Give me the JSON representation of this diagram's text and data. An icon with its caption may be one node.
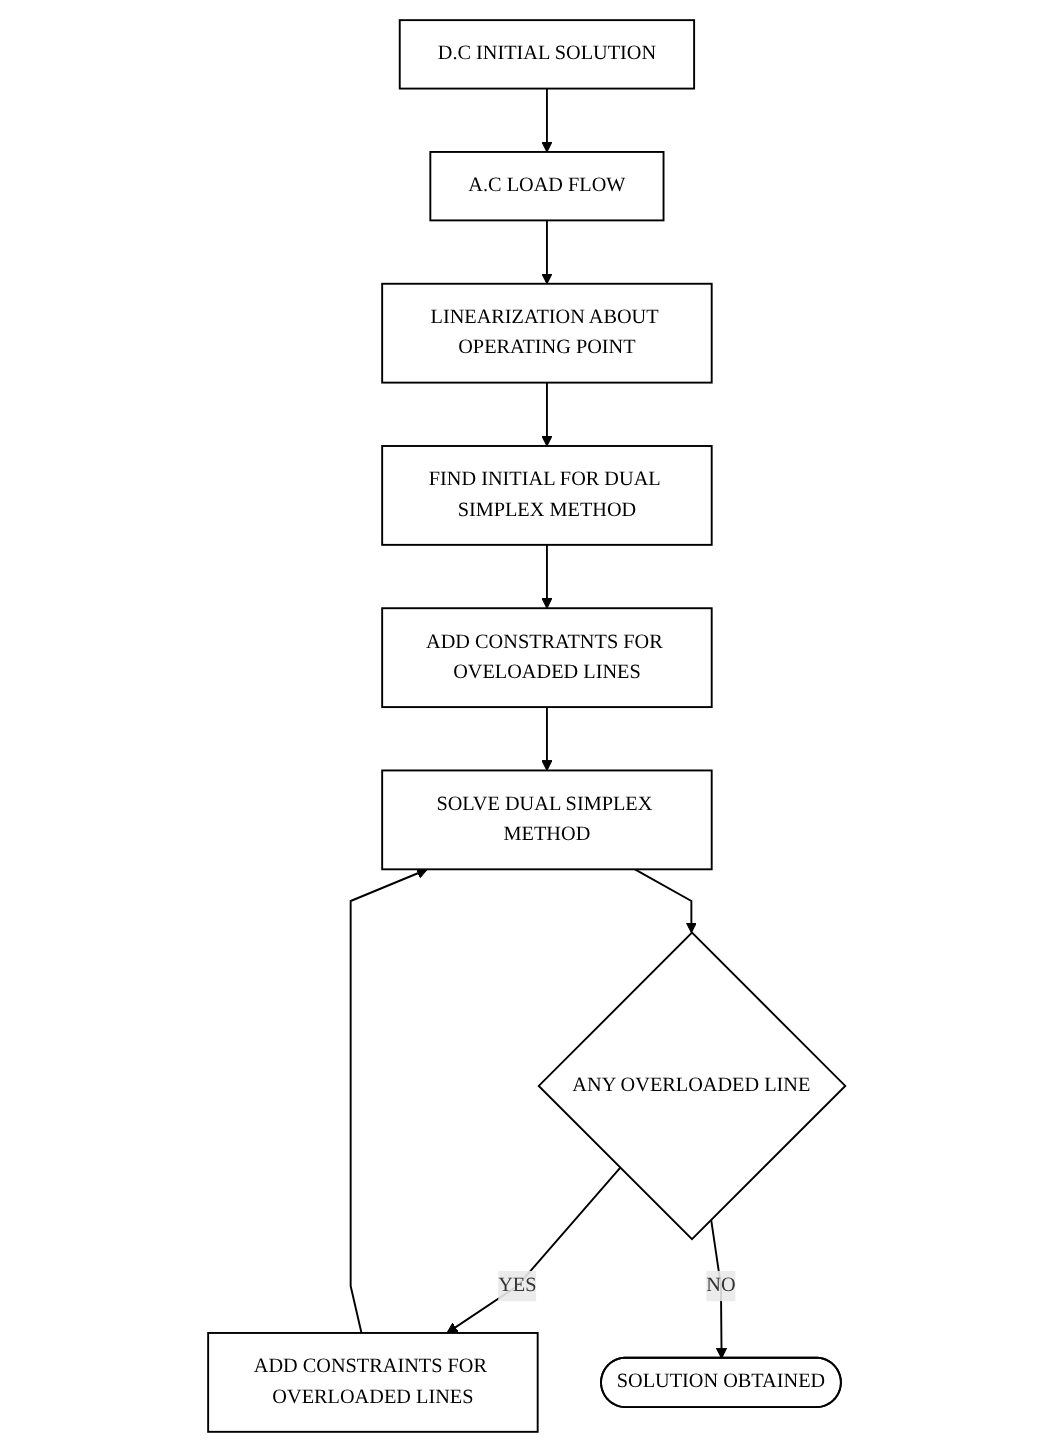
{
  "diagram": {
    "nodes": [
      {
        "text": [
          "D.C INITIAL SOLUTION"
        ]
      },
      {
        "text": [
          "A.C LOAD FLOW"
        ]
      },
      {
        "text": [
          "LINEARIZATION ABOUT OPERATING POINT"
        ]
      },
      {
        "text": [
          "FIND INITIAL FOR DUAL SIMPLEX METHOD"
        ]
      },
      {
        "text": [
          "ADD CONSTRATNTS FOR OVELOADED LINES"
        ]
      },
      {
        "text": [
          "SOLVE DUAL SIMPLEX METHOD"
        ]
      },
      {
        "text": [
          "ANY OVERLOADED LINE"
        ]
      },
      {
        "text": [
          "ADD CONSTRAINTS FOR OVERLOADED LINES"
        ]
      },
      {
        "text": [
          "SOLUTION OBTAINED"
        ]
      }
    ],
    "edges": [
      {
        "from": 0,
        "to": 1,
        "arrow": "to"
      },
      {
        "from": 1,
        "to": 2,
        "arrow": "to"
      },
      {
        "from": 2,
        "to": 3,
        "arrow": "to"
      },
      {
        "from": 3,
        "to": 4,
        "arrow": "to"
      },
      {
        "from": 4,
        "to": 5,
        "arrow": "to"
      },
      {
        "from": 5,
        "to": 6,
        "arrow": "to"
      },
      {
        "from": 6,
        "to": 7,
        "arrow": "to",
        "label": "YES"
      },
      {
        "from": 6,
        "to": 8,
        "arrow": "to",
        "label": "NO"
      },
      {
        "from": 7,
        "to": 5,
        "arrow": "to"
      }
    ]
  }
}
